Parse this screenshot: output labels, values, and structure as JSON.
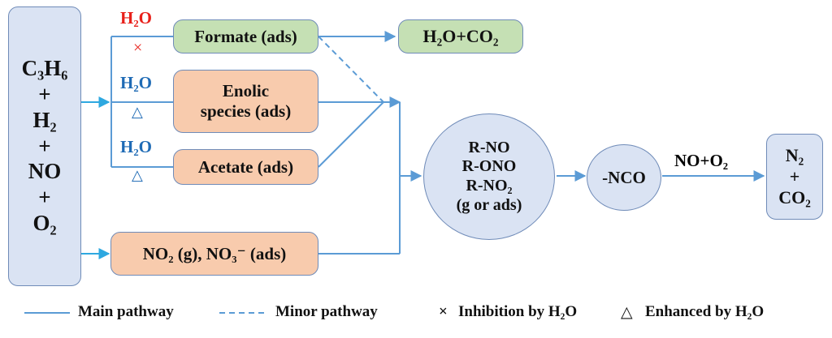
{
  "reactants": {
    "line1": "C₃H₆",
    "plus1": "+",
    "line2": "H₂",
    "plus2": "+",
    "line3": "NO",
    "plus3": "+",
    "line4": "O₂"
  },
  "intermediates": {
    "formate": "Formate (ads)",
    "enolic_line1": "Enolic",
    "enolic_line2": "species (ads)",
    "acetate": "Acetate (ads)",
    "nitrates": "NO₂ (g), NO₃⁻ (ads)"
  },
  "products": {
    "combustion": "H₂O+CO₂"
  },
  "rno_circle": {
    "line1": "R-NO",
    "line2": "R-ONO",
    "line3": "R-NO₂",
    "line4": "(g or ads)"
  },
  "nco_circle": "-NCO",
  "reagent_label": "NO+O₂",
  "final_product": {
    "line1": "N₂",
    "line2": "+",
    "line3": "CO₂"
  },
  "water_labels": {
    "formate": "H₂O",
    "enolic": "H₂O",
    "acetate": "H₂O"
  },
  "effect_symbols": {
    "inhibit": "×",
    "enhance1": "△",
    "enhance2": "△"
  },
  "legend": {
    "main": "Main pathway",
    "minor": "Minor pathway",
    "inhibit_symbol": "×",
    "inhibit": "Inhibition by H₂O",
    "enhance_symbol": "△",
    "enhance": "Enhanced by H₂O"
  },
  "colors": {
    "line": "#5b9bd5",
    "arrow": "#2ea8e0",
    "box_blue": "#dae3f3",
    "box_green": "#c5e0b4",
    "box_orange": "#f8cbad",
    "inhibition": "#e8201a",
    "enhanced": "#1f6bb5"
  }
}
